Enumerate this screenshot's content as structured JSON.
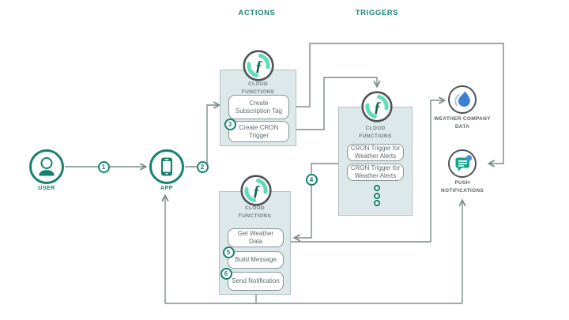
{
  "diagram": {
    "headers": {
      "actions": "ACTIONS",
      "triggers": "TRIGGERS"
    },
    "nodes": {
      "user": {
        "label": "USER",
        "icon": "person-icon"
      },
      "app": {
        "label": "APP",
        "icon": "smartphone-icon"
      },
      "weather_company_data": {
        "label": "WEATHER COMPANY DATA",
        "icon": "water-drop-icon"
      },
      "push_notifications": {
        "label": "PUSH NOTIFICATIONS",
        "icon": "chat-bubble-notification-icon"
      }
    },
    "panels": {
      "actions_cloud_functions_top": {
        "title": "CLOUD FUNCTIONS",
        "icon": "cloud-functions-logo",
        "items": [
          {
            "label": "Create Subscription Tag"
          },
          {
            "label": "Create CRON Trigger"
          }
        ]
      },
      "triggers_cloud_functions": {
        "title": "CLOUD FUNCTIONS",
        "icon": "cloud-functions-logo",
        "items": [
          {
            "label": "CRON Trigger for Weather Alerts"
          },
          {
            "label": "CRON Trigger for Weather Alerts"
          }
        ],
        "more_indicator": "ellipsis-dots"
      },
      "actions_cloud_functions_bottom": {
        "title": "CLOUD FUNCTIONS",
        "icon": "cloud-functions-logo",
        "items": [
          {
            "label": "Get Weather Data"
          },
          {
            "label": "Build Message"
          },
          {
            "label": "Send Notification"
          }
        ]
      }
    },
    "steps": [
      "1",
      "2",
      "3",
      "4",
      "5",
      "6"
    ]
  },
  "colors": {
    "teal": "#16816c",
    "header_teal": "#1d8576",
    "panel_fill": "#dde8ea",
    "connector_gray": "#7d8a8c",
    "mint_leaf": "#5fdcb8",
    "dark_leaf": "#0c6152",
    "drop_blue": "#3c7fd3",
    "bubble_green": "#18a689",
    "badge_blue": "#4a90d9"
  }
}
